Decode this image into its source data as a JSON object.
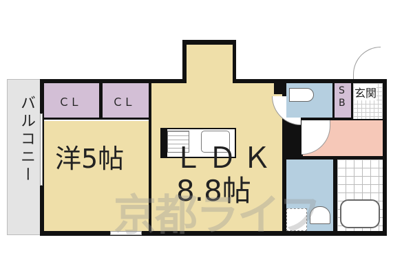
{
  "rooms": {
    "balcony": {
      "label": "バルコニー",
      "color": "#e4e4e4"
    },
    "closet_1": {
      "label": "ＣＬ",
      "color": "#d3bfd6"
    },
    "closet_2": {
      "label": "ＣＬ",
      "color": "#d3bfd6"
    },
    "western_room": {
      "label": "洋5帖",
      "color": "#efdfa9"
    },
    "ldk": {
      "label": "ＬＤＫ",
      "size": "8.8帖",
      "color": "#efdfa9"
    },
    "toilet": {
      "color": "#b5cfe0"
    },
    "shoe_box": {
      "label_top": "S",
      "label_bottom": "B",
      "color": "#d3bfd6"
    },
    "entrance": {
      "label": "玄関"
    },
    "hallway": {
      "color": "#f6c8b8"
    },
    "washroom": {
      "color": "#b5cfe0"
    },
    "bathroom": {
      "color": "#ffffff"
    }
  },
  "watermark": "京都ライフ"
}
